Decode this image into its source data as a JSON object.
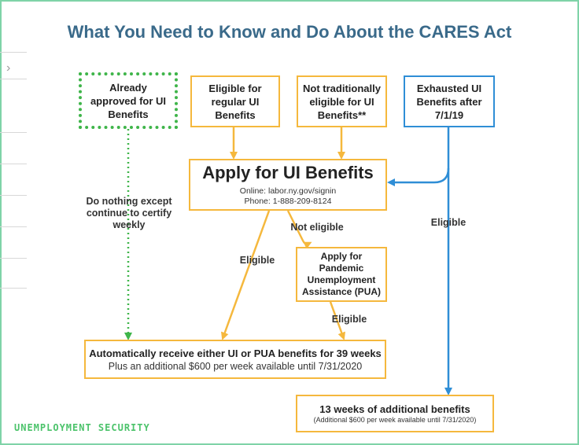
{
  "title": "What You Need to Know and Do About the CARES Act",
  "boxes": {
    "already_approved": "Already approved for UI Benefits",
    "eligible_regular": "Eligible for regular UI Benefits",
    "not_traditionally": "Not traditionally eligible for UI Benefits**",
    "exhausted": "Exhausted UI Benefits after 7/1/19",
    "apply_title": "Apply for UI Benefits",
    "apply_online": "Online: labor.ny.gov/signin",
    "apply_phone": "Phone: 1-888-209-8124",
    "pua": "Apply for Pandemic Unemployment Assistance (PUA)",
    "receive_title": "Automatically receive either UI or PUA benefits for 39 weeks",
    "receive_sub": "Plus an additional $600 per week available until 7/31/2020",
    "additional_title": "13 weeks of additional benefits",
    "additional_sub": "(Additional $600 per week available until 7/31/2020)"
  },
  "labels": {
    "do_nothing": "Do nothing except continue to certify weekly",
    "not_eligible": "Not eligible",
    "eligible_left": "Eligible",
    "eligible_pua": "Eligible",
    "eligible_right": "Eligible"
  },
  "watermark": "UNEMPLOYMENT SECURITY",
  "colors": {
    "orange": "#f5b83d",
    "blue": "#2f8ed6",
    "green": "#3fb54a",
    "title": "#3a6a8a"
  }
}
